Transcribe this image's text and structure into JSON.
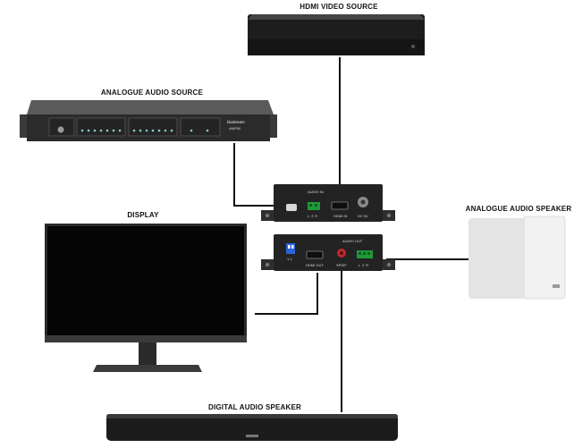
{
  "labels": {
    "hdmi_source": "HDMI VIDEO SOURCE",
    "analogue_source": "ANALOGUE AUDIO SOURCE",
    "display": "DISPLAY",
    "analogue_speaker": "ANALOGUE AUDIO SPEAKER",
    "digital_speaker": "DIGITAL AUDIO SPEAKER"
  },
  "transmitter": {
    "audio_in": "AUDIO IN",
    "hdmi_in": "HDMI IN",
    "dc": "DC 5V",
    "lr": "L ⏚ R"
  },
  "receiver": {
    "hdmi_out": "HDMI OUT",
    "audio_out": "AUDIO OUT",
    "spdif": "SPDIF",
    "lr": "L ⏚ R",
    "dip": "1 2"
  },
  "rack_unit": {
    "brand": "blustream",
    "model": "AMP50"
  },
  "colors": {
    "device_dark": "#232323",
    "cable": "#111111",
    "terminal_green": "#1f9a3a",
    "dip_blue": "#2a63d8",
    "spdif_red": "#c0272d"
  }
}
